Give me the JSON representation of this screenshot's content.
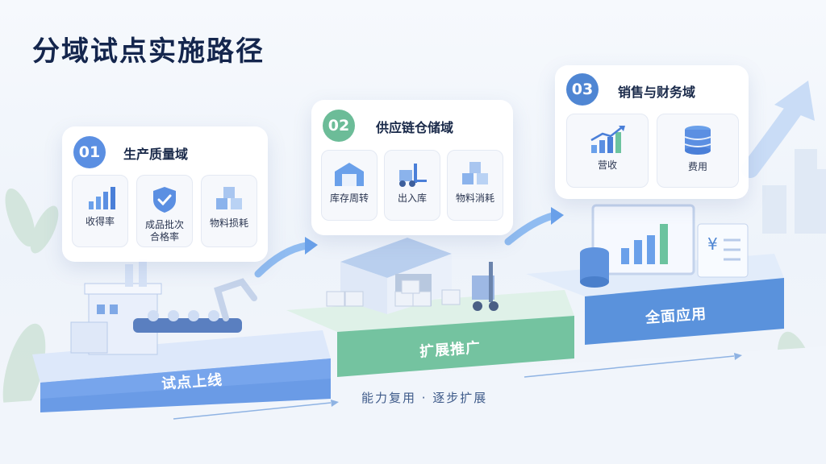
{
  "title": "分域试点实施路径",
  "colors": {
    "stage1": "#5b8fe2",
    "stage2": "#6cbc98",
    "stage3": "#4f86d3",
    "title": "#14264d"
  },
  "domains": [
    {
      "number": "01",
      "name": "生产质量域",
      "items": [
        {
          "label": "收得率",
          "icon": "bar-chart-icon"
        },
        {
          "label": "成品批次\n合格率",
          "icon": "shield-check-icon"
        },
        {
          "label": "物料损耗",
          "icon": "cubes-icon"
        }
      ]
    },
    {
      "number": "02",
      "name": "供应链仓储域",
      "items": [
        {
          "label": "库存周转",
          "icon": "warehouse-icon"
        },
        {
          "label": "出入库",
          "icon": "forklift-icon"
        },
        {
          "label": "物料消耗",
          "icon": "cubes-icon"
        }
      ]
    },
    {
      "number": "03",
      "name": "销售与财务域",
      "items": [
        {
          "label": "营收",
          "icon": "growth-chart-icon"
        },
        {
          "label": "费用",
          "icon": "database-icon"
        }
      ]
    }
  ],
  "stages": [
    "试点上线",
    "扩展推广",
    "全面应用"
  ],
  "bottom_caption": "能力复用 · 逐步扩展"
}
